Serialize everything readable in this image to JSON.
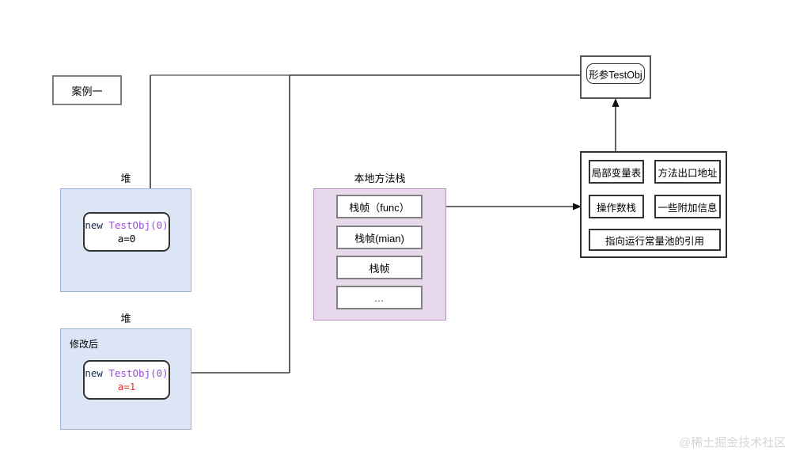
{
  "diagram": {
    "case_label": "案例一",
    "watermark": "@稀土掘金技术社区",
    "param_box": {
      "label": "形参TestObj"
    },
    "heaps": [
      {
        "caption": "堆",
        "inner_label": "",
        "object": {
          "keyword": "new",
          "type": "TestObj(0)",
          "field": "a=0",
          "field_color": "#000000"
        }
      },
      {
        "caption": "堆",
        "inner_label": "修改后",
        "object": {
          "keyword": "new",
          "type": "TestObj(0)",
          "field": "a=1",
          "field_color": "#e8302a"
        }
      }
    ],
    "stack": {
      "caption": "本地方法栈",
      "frames": [
        {
          "label": "栈帧（func）"
        },
        {
          "label": "栈帧(mian)"
        },
        {
          "label": "栈帧"
        },
        {
          "label": "…"
        }
      ]
    },
    "frame_detail": {
      "cells": [
        {
          "label": "局部变量表"
        },
        {
          "label": "方法出口地址"
        },
        {
          "label": "操作数栈"
        },
        {
          "label": "一些附加信息"
        },
        {
          "label": "指向运行常量池的引用"
        }
      ]
    },
    "colors": {
      "heap_fill": "#dbe5f5",
      "heap_border": "#9ab0d4",
      "stack_fill": "#e7d8ec",
      "stack_border": "#b88fc4",
      "box_border": "#808080",
      "accent_type": "#9b4ddb",
      "accent_modified": "#e8302a"
    }
  }
}
